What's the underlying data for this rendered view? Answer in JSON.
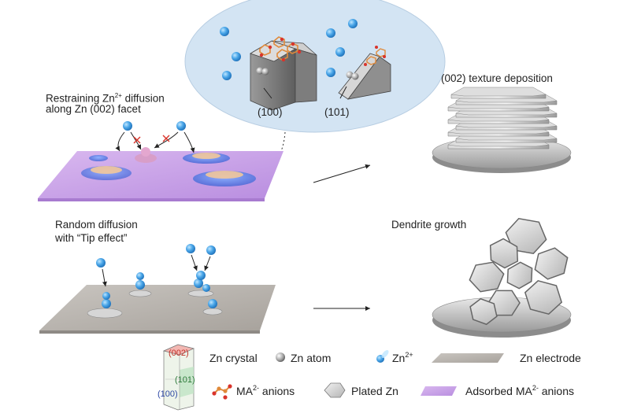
{
  "top_label": {
    "line1_prefix": "Restraining Zn",
    "line1_sup": "2+",
    "line1_suffix": " diffusion",
    "line2": "along Zn (002) facet"
  },
  "bottom_label": {
    "line1": "Random diffusion",
    "line2": "with “Tip effect”"
  },
  "inset": {
    "facet_100": "(100)",
    "facet_101": "(101)"
  },
  "right_top_label": "(002) texture deposition",
  "right_bottom_label": "Dendrite growth",
  "legend": {
    "crystal_facets": {
      "f002": "(002)",
      "f101": "(101)",
      "f100": "(100)"
    },
    "zn_crystal": "Zn crystal",
    "zn_atom": "Zn atom",
    "zn_ion": "Zn",
    "zn_ion_sup": "2+",
    "zn_electrode": "Zn electrode",
    "ma_anions": "MA",
    "ma_anions_sup": "2-",
    "ma_anions_suffix": " anions",
    "plated_zn": "Plated Zn",
    "adsorbed_prefix": "Adsorbed MA",
    "adsorbed_sup": "2-",
    "adsorbed_suffix": " anions"
  },
  "colors": {
    "purple_layer": "#c9a6e8",
    "grey_layer": "#b9b4ae",
    "ion_blue": "#4aa6e8",
    "anion_orange": "#e08a3a",
    "anion_red": "#d9342b",
    "inset_bg": "#d3e4f3"
  }
}
